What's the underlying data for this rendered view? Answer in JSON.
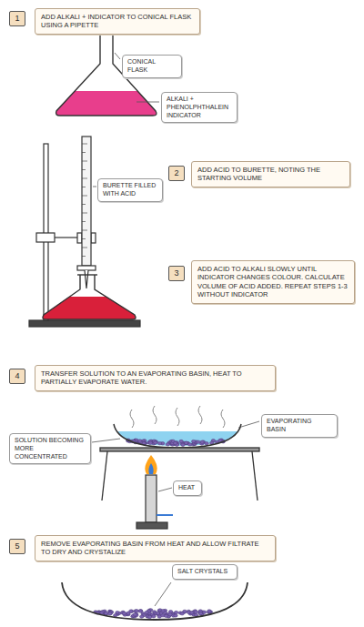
{
  "diagram": {
    "nodes": [
      {
        "text": [
          "1"
        ]
      },
      {
        "text": [
          "ADD ALKALI + INDICATOR TO CONICAL FLASK USING A PIPETTE"
        ]
      },
      {
        "text": [
          "CONICAL FLASK"
        ]
      },
      {
        "text": [
          "ALKALI + PHENOLPHTHALEIN INDICATOR"
        ]
      },
      {
        "text": [
          "2"
        ]
      },
      {
        "text": [
          "ADD ACID TO BURETTE, NOTING THE STARTING VOLUME"
        ]
      },
      {
        "text": [
          "BURETTE FILLED WITH ACID"
        ]
      },
      {
        "text": [
          "3"
        ]
      },
      {
        "text": [
          "ADD ACID TO ALKALI SLOWLY UNTIL INDICATOR CHANGES COLOUR. CALCULATE VOLUME OF ACID ADDED. REPEAT STEPS 1-3 WITHOUT INDICATOR"
        ]
      },
      {
        "text": [
          "4"
        ]
      },
      {
        "text": [
          "TRANSFER SOLUTION TO AN EVAPORATING BASIN, HEAT TO PARTIALLY EVAPORATE WATER."
        ]
      },
      {
        "text": [
          "EVAPORATING BASIN"
        ]
      },
      {
        "text": [
          "SOLUTION BECOMING MORE CONCENTRATED"
        ]
      },
      {
        "text": [
          "HEAT"
        ]
      },
      {
        "text": [
          "5"
        ]
      },
      {
        "text": [
          "REMOVE EVAPORATING BASIN FROM HEAT AND ALLOW FILTRATE TO DRY AND CRYSTALIZE"
        ]
      },
      {
        "text": [
          "SALT CRYSTALS"
        ]
      }
    ]
  }
}
